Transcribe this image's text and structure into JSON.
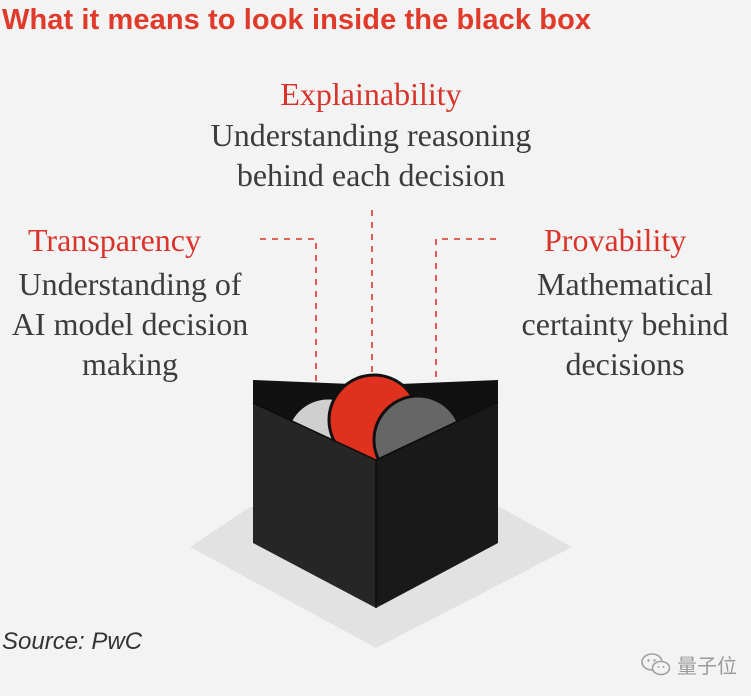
{
  "title": "What it means to look inside the black box",
  "labels": {
    "explainability": {
      "heading": "Explainability",
      "lines": [
        "Understanding reasoning",
        "behind each decision"
      ]
    },
    "transparency": {
      "heading": "Transparency",
      "lines": [
        "Understanding of",
        "AI model decision",
        "making"
      ]
    },
    "provability": {
      "heading": "Provability",
      "lines": [
        "Mathematical",
        "certainty behind",
        "decisions"
      ]
    }
  },
  "source": "Source: PwC",
  "watermark": "量子位",
  "colors": {
    "accent": "#e03a2a",
    "box_dark": "#1c1c1c",
    "ball_red": "#e0301e",
    "ball_grey": "#666666",
    "ball_light": "#cfcfcf"
  }
}
